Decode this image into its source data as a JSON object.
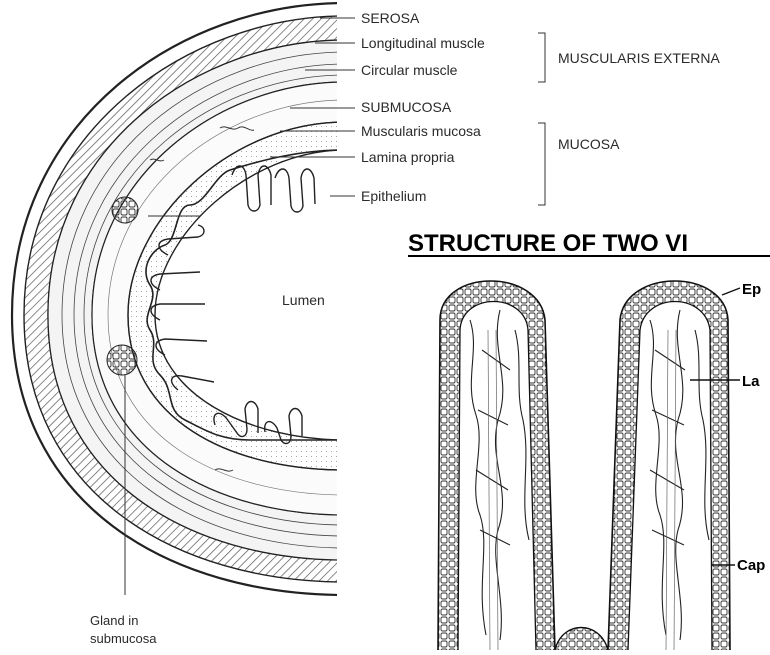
{
  "intestine_diagram": {
    "labels": {
      "serosa": "SEROSA",
      "longitudinal_muscle": "Longitudinal muscle",
      "circular_muscle": "Circular muscle",
      "muscularis_externa": "MUSCULARIS EXTERNA",
      "submucosa": "SUBMUCOSA",
      "muscularis_mucosa": "Muscularis mucosa",
      "lamina_propria": "Lamina propria",
      "mucosa": "MUCOSA",
      "epithelium": "Epithelium",
      "lumen": "Lumen",
      "gland_line1": "Gland in",
      "gland_line2": "submucosa"
    }
  },
  "villi_diagram": {
    "title": "STRUCTURE OF TWO VI",
    "labels": {
      "epithelium_cut": "Ep",
      "lacteal_cut": "La",
      "capillaries_cut": "Cap"
    }
  }
}
